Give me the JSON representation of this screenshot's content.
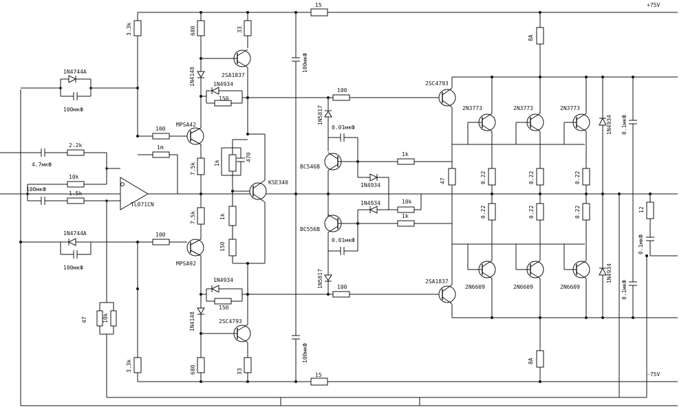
{
  "rails": {
    "positive": "+75V",
    "negative": "-75V"
  },
  "labels": {
    "r_3k3_top": "3.3k",
    "r_3k3_bot": "3.3k",
    "r_680_top": "680",
    "r_680_bot": "680",
    "r_33_top": "33",
    "r_33_bot": "33",
    "d_1n4744a_top": "1N4744A",
    "d_1n4744a_bot": "1N4744A",
    "c_100u_top_left": "100мкФ",
    "c_100u_bot_left": "100мкФ",
    "q_2sa1837_drv": "2SA1837",
    "q_2sc4793_drv": "2SC4793",
    "d_1n4148_top": "1N4148",
    "d_1n4148_bot": "1N4148",
    "d_1n4934_top": "1N4934",
    "d_1n4934_bot": "1N4934",
    "r_150_top": "150",
    "r_150_bot": "150",
    "q_mpsa42": "MPSA42",
    "q_mpsa92": "MPSA92",
    "r_100_a": "100",
    "r_100_b": "100",
    "r_7k5_a": "7.5k",
    "r_7k5_b": "7.5k",
    "r_2k2": "2.2k",
    "c_4u7": "4.7мкФ",
    "r_1m": "1m",
    "r_10k_in": "10k",
    "r_1k5": "1.5k",
    "c_100u_in": "100мкФ",
    "opamp": "TL071CN",
    "r_1k_vbe": "1k",
    "c_470": "470",
    "r_1k_mid": "1k",
    "r_150_mid": "150",
    "q_kse340": "KSE340",
    "c_100u_rail_top": "100мкФ",
    "c_100u_rail_bot": "100мкФ",
    "r_15_top": "15",
    "r_15_bot": "15",
    "d_1n5817_top": "1N5817",
    "d_1n5817_bot": "1N5817",
    "r_100_c": "100",
    "r_100_d": "100",
    "c_001_top": "0.01мкФ",
    "c_001_bot": "0.01мкФ",
    "q_bc546b": "BC546B",
    "q_bc556b": "BC556B",
    "r_1k_a": "1k",
    "r_1k_b": "1k",
    "r_10k_out": "10k",
    "d_1n4934_mid_top": "1N4934",
    "d_1n4934_mid_bot": "1N4934",
    "q_2sc4793_pre": "2SC4793",
    "q_2sa1837_pre": "2SA1837",
    "r_47_pre": "47",
    "q_2n3773_a": "2N3773",
    "q_2n3773_b": "2N3773",
    "q_2n3773_c": "2N3773",
    "q_2n6609_a": "2N6609",
    "q_2n6609_b": "2N6609",
    "q_2n6609_c": "2N6609",
    "r_022_1": "0.22",
    "r_022_2": "0.22",
    "r_022_3": "0.22",
    "r_022_4": "0.22",
    "r_022_5": "0.22",
    "r_022_6": "0.22",
    "fuse_top": "8A",
    "fuse_bot": "8A",
    "d_1n4934_rail_top": "1N4934",
    "d_1n4934_rail_bot": "1N4934",
    "c_01_top": "0.1мкФ",
    "c_01_bot": "0.1мкФ",
    "c_01_zobel": "0.1мкФ",
    "r_12": "12",
    "r_47_in": "47",
    "r_10k_gnd": "10k"
  }
}
